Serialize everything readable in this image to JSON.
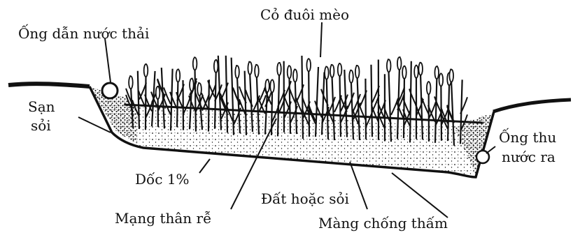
{
  "labels": {
    "reed": "Cỏ đuôi mèo",
    "inlet_pipe": "Ống dẫn nước thải",
    "gravel_1": "Sạn",
    "gravel_2": "sỏi",
    "outlet_1": "Ống thu",
    "outlet_2": "nước ra",
    "slope": "Dốc 1%",
    "soil": "Đất hoặc sỏi",
    "rhizome": "Mạng thân rễ",
    "liner": "Màng chống thấm"
  },
  "colors": {
    "ink": "#111111",
    "background": "#ffffff"
  }
}
